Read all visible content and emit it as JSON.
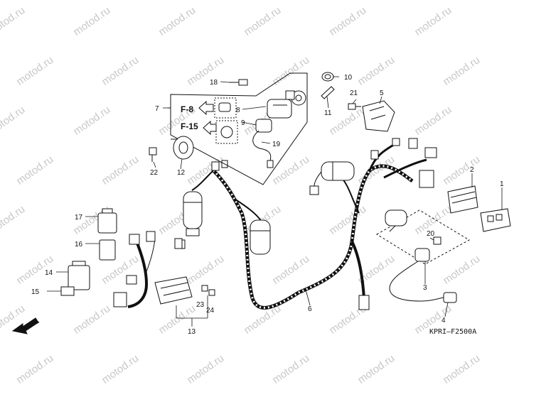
{
  "watermark": "motod.ru",
  "diagram_code": "KPRI—F2500A",
  "front_arrow_label": "FR.",
  "ref_labels": [
    "F-8",
    "F-15"
  ],
  "part_numbers": [
    "1",
    "2",
    "3",
    "4",
    "5",
    "6",
    "7",
    "8",
    "9",
    "10",
    "11",
    "12",
    "13",
    "14",
    "15",
    "16",
    "17",
    "18",
    "19",
    "20",
    "21",
    "22",
    "23",
    "24"
  ]
}
